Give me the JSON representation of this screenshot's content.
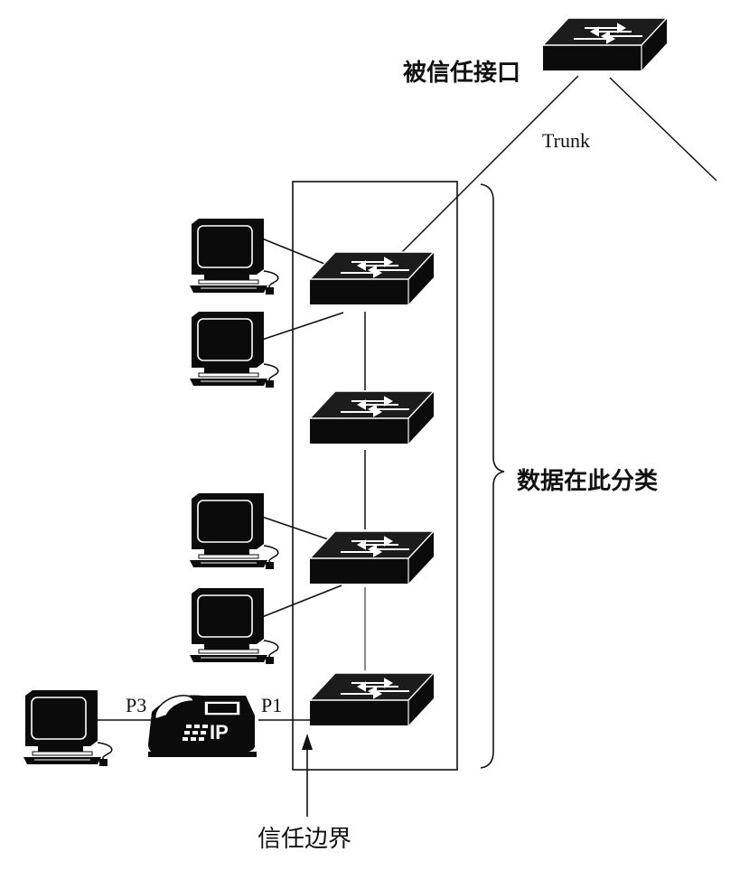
{
  "labels": {
    "trusted_interface": "被信任接口",
    "trunk": "Trunk",
    "classify_here": "数据在此分类",
    "trust_boundary": "信任边界",
    "port_p3": "P3",
    "port_p1": "P1",
    "phone_ip": "IP"
  },
  "icons": {
    "switch": "switch-icon",
    "pc": "pc-icon",
    "phone": "ip-phone-icon"
  },
  "colors": {
    "ink": "#111111",
    "background": "#ffffff"
  }
}
